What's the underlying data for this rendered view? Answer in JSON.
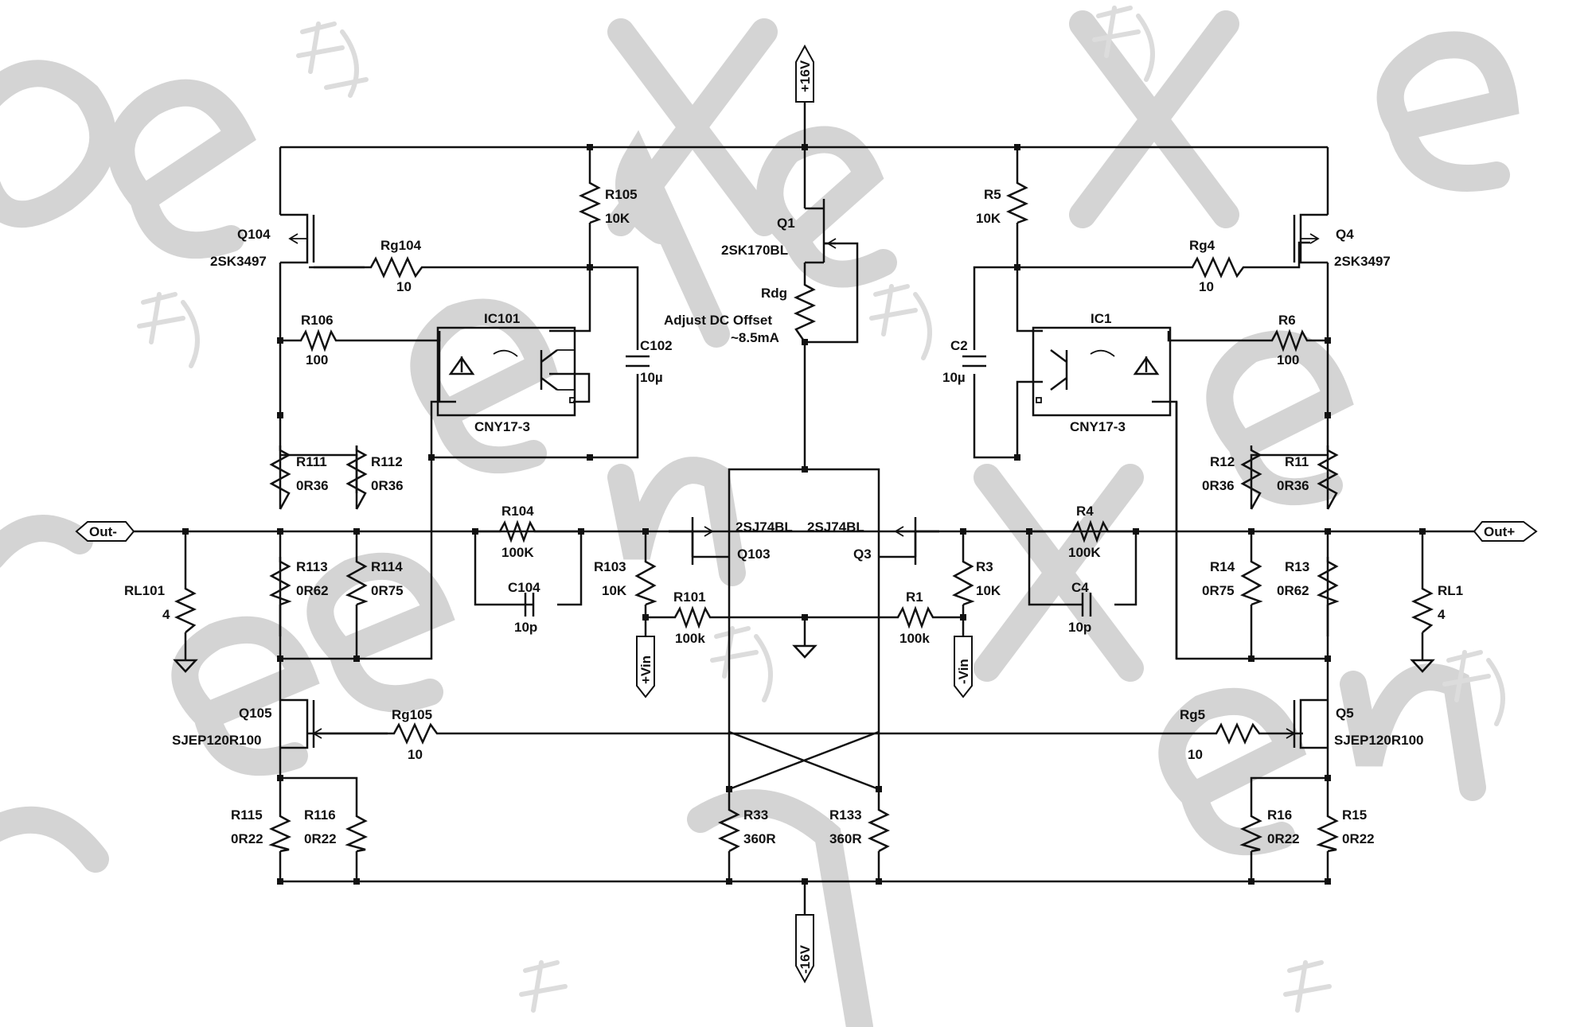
{
  "supplies": {
    "pos": "+16V",
    "neg": "-16V"
  },
  "ports": {
    "out_neg": "Out-",
    "out_pos": "Out+",
    "vin_pos": "+Vin",
    "vin_neg": "-Vin"
  },
  "components": {
    "q104": {
      "ref": "Q104",
      "value": "2SK3497"
    },
    "q4": {
      "ref": "Q4",
      "value": "2SK3497"
    },
    "q1": {
      "ref": "Q1",
      "value": "2SK170BL"
    },
    "q103": {
      "ref": "Q103",
      "value": "2SJ74BL"
    },
    "q3": {
      "ref": "Q3",
      "value": "2SJ74BL"
    },
    "q105": {
      "ref": "Q105",
      "value": "SJEP120R100"
    },
    "q5": {
      "ref": "Q5",
      "value": "SJEP120R100"
    },
    "ic101": {
      "ref": "IC101",
      "value": "CNY17-3"
    },
    "ic1": {
      "ref": "IC1",
      "value": "CNY17-3"
    },
    "r105": {
      "ref": "R105",
      "value": "10K"
    },
    "r5": {
      "ref": "R5",
      "value": "10K"
    },
    "rg104": {
      "ref": "Rg104",
      "value": "10"
    },
    "rg4": {
      "ref": "Rg4",
      "value": "10"
    },
    "r106": {
      "ref": "R106",
      "value": "100"
    },
    "r6": {
      "ref": "R6",
      "value": "100"
    },
    "c102": {
      "ref": "C102",
      "value": "10µ"
    },
    "c2": {
      "ref": "C2",
      "value": "10µ"
    },
    "rdg": {
      "ref": "Rdg",
      "value": "Adjust DC Offset",
      "note": "~8.5mA"
    },
    "r111": {
      "ref": "R111",
      "value": "0R36"
    },
    "r112": {
      "ref": "R112",
      "value": "0R36"
    },
    "r12": {
      "ref": "R12",
      "value": "0R36"
    },
    "r11": {
      "ref": "R11",
      "value": "0R36"
    },
    "r104": {
      "ref": "R104",
      "value": "100K"
    },
    "r4": {
      "ref": "R4",
      "value": "100K"
    },
    "c104": {
      "ref": "C104",
      "value": "10p"
    },
    "c4": {
      "ref": "C4",
      "value": "10p"
    },
    "r103": {
      "ref": "R103",
      "value": "10K"
    },
    "r3": {
      "ref": "R3",
      "value": "10K"
    },
    "r101": {
      "ref": "R101",
      "value": "100k"
    },
    "r1": {
      "ref": "R1",
      "value": "100k"
    },
    "rl101": {
      "ref": "RL101",
      "value": "4"
    },
    "rl1": {
      "ref": "RL1",
      "value": "4"
    },
    "r113": {
      "ref": "R113",
      "value": "0R62"
    },
    "r114": {
      "ref": "R114",
      "value": "0R75"
    },
    "r14": {
      "ref": "R14",
      "value": "0R75"
    },
    "r13": {
      "ref": "R13",
      "value": "0R62"
    },
    "rg105": {
      "ref": "Rg105",
      "value": "10"
    },
    "rg5": {
      "ref": "Rg5",
      "value": "10"
    },
    "r115": {
      "ref": "R115",
      "value": "0R22"
    },
    "r116": {
      "ref": "R116",
      "value": "0R22"
    },
    "r16": {
      "ref": "R16",
      "value": "0R22"
    },
    "r15": {
      "ref": "R15",
      "value": "0R22"
    },
    "r33": {
      "ref": "R33",
      "value": "360R"
    },
    "r133": {
      "ref": "R133",
      "value": "360R"
    }
  }
}
